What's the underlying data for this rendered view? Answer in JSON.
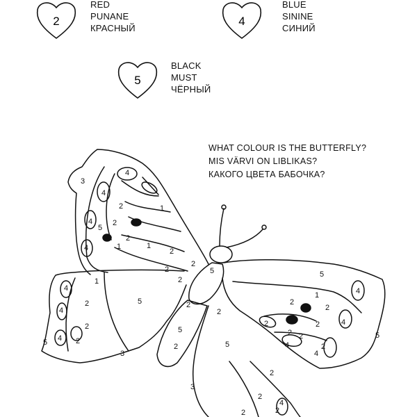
{
  "legend": [
    {
      "number": "2",
      "en": "RED",
      "et": "PUNANE",
      "ru": "КРАСНЫЙ"
    },
    {
      "number": "4",
      "en": "BLUE",
      "et": "SININE",
      "ru": "СИНИЙ"
    },
    {
      "number": "5",
      "en": "BLACK",
      "et": "MUST",
      "ru": "ЧЁРНЫЙ"
    }
  ],
  "question": {
    "en": "WHAT COLOUR IS THE BUTTERFLY?",
    "et": "MIS VÄRVI ON LIBLIKAS?",
    "ru": "КАКОГО ЦВЕТА БАБОЧКА?"
  },
  "region_numbers": [
    "1",
    "2",
    "3",
    "4",
    "5"
  ],
  "icons": {
    "heart": "heart-icon",
    "butterfly": "butterfly-outline"
  }
}
